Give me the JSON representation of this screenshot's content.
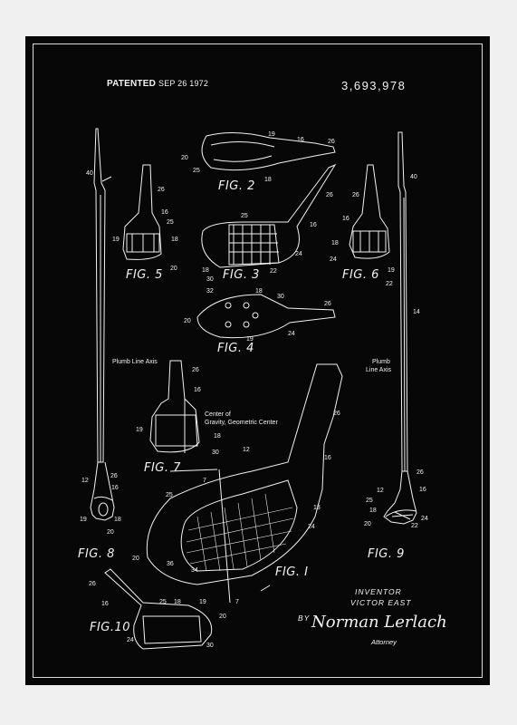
{
  "header": {
    "patented": "PATENTED",
    "date": "SEP 26 1972",
    "patent_number": "3,693,978"
  },
  "figures": {
    "fig2": "FIG. 2",
    "fig3": "FIG. 3",
    "fig4": "FIG. 4",
    "fig5": "FIG. 5",
    "fig6": "FIG. 6",
    "fig7": "FIG. 7",
    "fig8": "FIG. 8",
    "fig9": "FIG. 9",
    "fig10": "FIG.10",
    "fig1": "FIG. I"
  },
  "notes": {
    "plumb_left": "Plumb Line Axis",
    "plumb_right_1": "Plumb",
    "plumb_right_2": "Line Axis",
    "center_1": "Center of",
    "center_2": "Gravity, Geometric Center"
  },
  "credits": {
    "inventor_title": "INVENTOR",
    "inventor_name": "VICTOR EAST",
    "by": "BY",
    "signature": "Norman Lerlach",
    "attorney": "Attorney"
  },
  "colors": {
    "poster_background": "#070707",
    "ink": "#f2f2f2",
    "wall": "#f0f0f0"
  }
}
